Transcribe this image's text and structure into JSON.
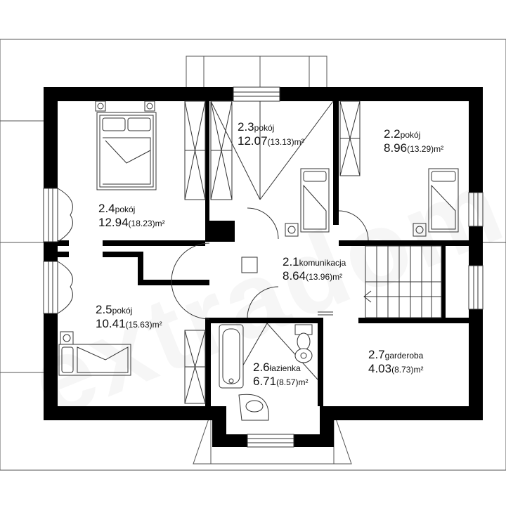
{
  "rooms": [
    {
      "id": "2.1",
      "name": "komunikacja",
      "net": "8.64",
      "gross": "(13.96)",
      "unit": "m²"
    },
    {
      "id": "2.2",
      "name": "pokój",
      "net": "8.96",
      "gross": "(13.29)",
      "unit": "m²"
    },
    {
      "id": "2.3",
      "name": "pokój",
      "net": "12.07",
      "gross": "(13.13)",
      "unit": "m²"
    },
    {
      "id": "2.4",
      "name": "pokój",
      "net": "12.94",
      "gross": "(18.23)",
      "unit": "m²"
    },
    {
      "id": "2.5",
      "name": "pokój",
      "net": "10.41",
      "gross": "(15.63)",
      "unit": "m²"
    },
    {
      "id": "2.6",
      "name": "łazienka",
      "net": "6.71",
      "gross": "(8.57)",
      "unit": "m²"
    },
    {
      "id": "2.7",
      "name": "garderoba",
      "net": "4.03",
      "gross": "(8.73)",
      "unit": "m²"
    }
  ],
  "watermark": "extradom",
  "colors": {
    "wall": "#000000",
    "line": "#333333",
    "background": "#ffffff"
  }
}
